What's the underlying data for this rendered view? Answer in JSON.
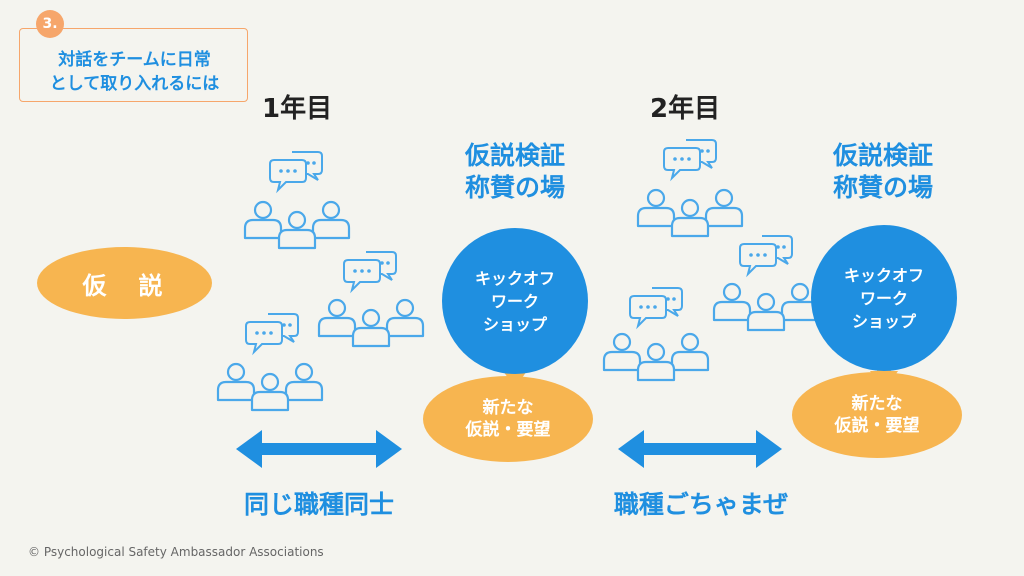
{
  "badge": {
    "number": "3.",
    "line1": "対話をチームに日常",
    "line2": "として取り入れるには"
  },
  "hypothesis": {
    "label": "仮　説"
  },
  "years": [
    {
      "label": "1年目",
      "heading_line1": "仮説検証",
      "heading_line2": "称賛の場",
      "kickoff": [
        "キックオフ",
        "ワーク",
        "ショップ"
      ],
      "result": [
        "新たな",
        "仮説・要望"
      ],
      "arrow_label": "同じ職種同士"
    },
    {
      "label": "2年目",
      "heading_line1": "仮説検証",
      "heading_line2": "称賛の場",
      "kickoff": [
        "キックオフ",
        "ワーク",
        "ショップ"
      ],
      "result": [
        "新たな",
        "仮説・要望"
      ],
      "arrow_label": "職種ごちゃまぜ"
    }
  ],
  "icons": {
    "group": "people-group-icon",
    "chat": "chat-bubbles-icon"
  },
  "colors": {
    "blue": "#1f8fe0",
    "orange": "#f7b550",
    "light_blue_stroke": "#4aa8ea",
    "background": "#f4f4ef"
  },
  "copyright": "© Psychological Safety Ambassador Associations"
}
